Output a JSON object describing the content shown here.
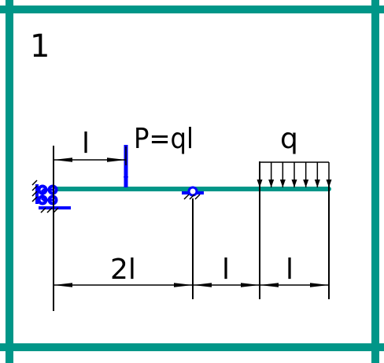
{
  "panel": {
    "number": "1"
  },
  "loads": {
    "point_force_label": "P=ql",
    "distributed_load_label": "q",
    "distributed_arrow_count": 7
  },
  "dimensions": {
    "top_span_label": "l",
    "bottom_spans": [
      "2l",
      "l",
      "l"
    ]
  },
  "colors": {
    "frame": "#009688",
    "beam": "#009688",
    "supports": "#0000ff",
    "lines": "#000000"
  }
}
